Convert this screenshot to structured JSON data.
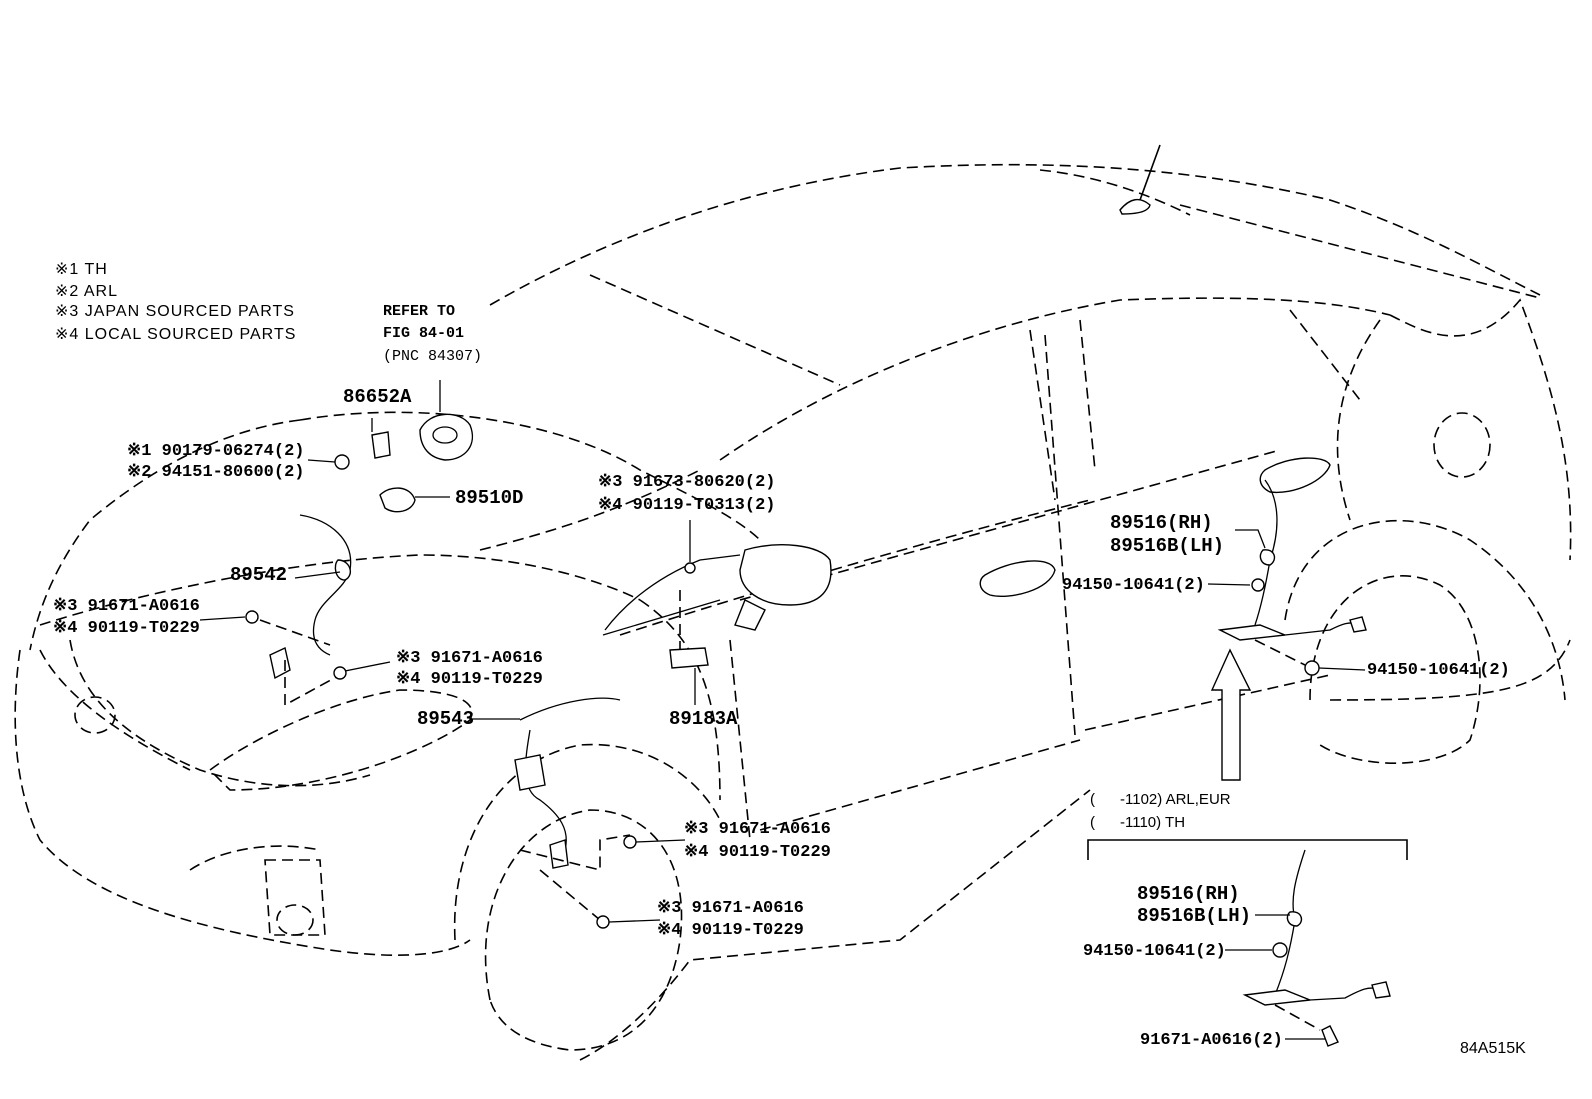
{
  "legend": {
    "items": [
      "※1 TH",
      "※2 ARL",
      "※3 JAPAN SOURCED PARTS",
      "※4 LOCAL SOURCED PARTS"
    ]
  },
  "reference": {
    "line1": "REFER TO",
    "line2": "FIG 84-01",
    "line3": "(PNC 84307)"
  },
  "parts": {
    "p86652a": "86652A",
    "p90179": "※1 90179-06274(2)",
    "p94151": "※2 94151-80600(2)",
    "p89510d": "89510D",
    "p89542": "89542",
    "p91671_a": "※3 91671-A0616",
    "p90119_a": "※4 90119-T0229",
    "p91671_b": "※3 91671-A0616",
    "p90119_b": "※4 90119-T0229",
    "p89543": "89543",
    "p91673": "※3 91673-80620(2)",
    "p90119_t0313": "※4 90119-T0313(2)",
    "p89183a": "89183A",
    "p91671_c": "※3 91671-A0616",
    "p90119_c": "※4 90119-T0229",
    "p91671_d": "※3 91671-A0616",
    "p90119_d": "※4 90119-T0229",
    "p89516rh": "89516(RH)",
    "p89516blh": "89516B(LH)",
    "p94150_a": "94150-10641(2)",
    "p94150_b": "94150-10641(2)"
  },
  "applicability": {
    "line1": "(      -1102) ARL,EUR",
    "line2": "(      -1110) TH"
  },
  "inset_parts": {
    "p89516rh": "89516(RH)",
    "p89516blh": "89516B(LH)",
    "p94150": "94150-10641(2)",
    "p91671": "91671-A0616(2)"
  },
  "figure_id": "84A515K"
}
